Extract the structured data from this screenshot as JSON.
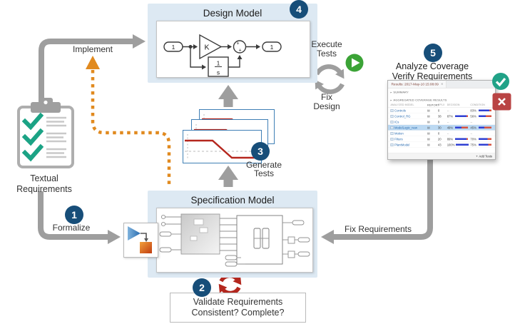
{
  "colors": {
    "box_blue": "#dde9f3",
    "badge_navy": "#174e79",
    "arrow_gray": "#9e9e9e",
    "orange_dashed": "#e18a1f",
    "teal_check": "#21a287",
    "green_play": "#3ba336",
    "red_x": "#b94444",
    "red_cycle": "#b3271e",
    "plot_border": "#3f7fb5",
    "bar_blue": "#2f3fd3",
    "bar_red": "#d85340",
    "row_selected": "#bcd9f2"
  },
  "clipboard": {
    "label1": "Textual",
    "label2": "Requirements"
  },
  "arrows": {
    "implement": "Implement",
    "formalize": "Formalize",
    "fix_requirements": "Fix Requirements"
  },
  "badges": {
    "formalize": "1",
    "validate": "2",
    "generate": "3",
    "design": "4",
    "analyze": "5"
  },
  "design_model": {
    "title": "Design Model",
    "inport": "1",
    "gain": "K",
    "integrator_num": "1",
    "integrator_den": "s",
    "outport": "1"
  },
  "spec_model": {
    "title": "Specification Model"
  },
  "generate_tests": {
    "label1": "Generate",
    "label2": "Tests"
  },
  "execute_tests": {
    "label1": "Execute",
    "label2": "Tests"
  },
  "fix_design": {
    "label1": "Fix",
    "label2": "Design"
  },
  "analyze": {
    "label1": "Analyze Coverage",
    "label2": "Verify Requirements"
  },
  "validate": {
    "line1": "Validate Requirements",
    "line2": "Consistent? Complete?"
  },
  "coverage_window": {
    "title": "Results: 2017-May-10 15:08:09",
    "close": "×",
    "section_summary": "SUMMARY",
    "section_results": "AGGREGATED COVERAGE RESULTS",
    "columns": {
      "model": "ANALYZED MODEL",
      "report": "REPORT",
      "complexity": "CPLX",
      "decision": "DECISION",
      "condition": "CONDITION"
    },
    "rows": [
      {
        "name": "Controls",
        "complexity": "0",
        "decision": null,
        "condition": 83,
        "selected": false
      },
      {
        "name": "Control_RG",
        "complexity": "38",
        "decision": 87,
        "condition": 56,
        "selected": false
      },
      {
        "name": "ICs",
        "complexity": "9",
        "decision": null,
        "condition": null,
        "selected": false
      },
      {
        "name": "ModelLogic_new",
        "complexity": "30",
        "decision": 49,
        "condition": 45,
        "selected": true
      },
      {
        "name": "Motion",
        "complexity": "0",
        "decision": null,
        "condition": null,
        "selected": false
      },
      {
        "name": "Filters",
        "complexity": "20",
        "decision": 89,
        "condition": 70,
        "selected": false
      },
      {
        "name": "PlantModel",
        "complexity": "43",
        "decision": 100,
        "condition": 75,
        "selected": false
      }
    ],
    "empty": "--",
    "add_tests": "Add Tests",
    "add_icon": "+"
  }
}
